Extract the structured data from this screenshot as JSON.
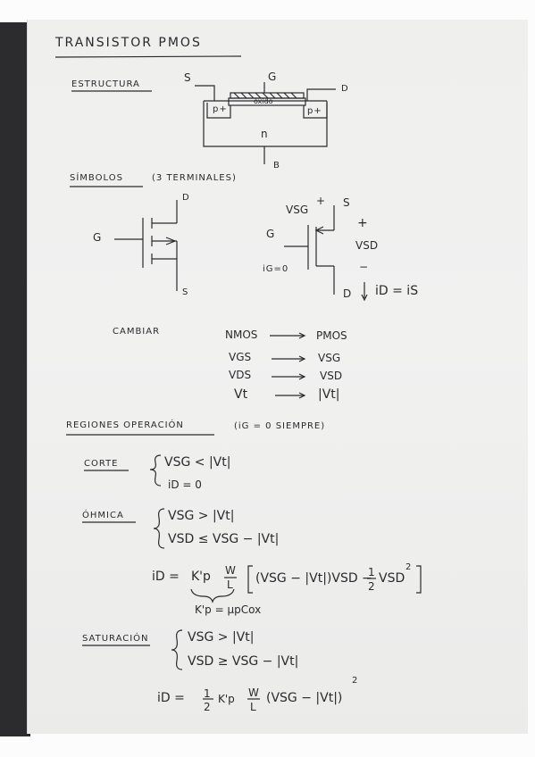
{
  "title": "TRANSISTOR PMOS",
  "estructura": {
    "heading": "ESTRUCTURA",
    "terminal_s": "S",
    "terminal_g": "G",
    "terminal_d": "D",
    "terminal_b": "B",
    "region_left": "p+",
    "region_right": "p+",
    "oxide": "óxido",
    "substrate": "n"
  },
  "simbolos": {
    "heading": "SÍMBOLOS",
    "note": "(3 TERMINALES)",
    "left_d": "D",
    "left_g": "G",
    "left_s": "S",
    "right_vsg": "VSG",
    "right_plus": "+",
    "right_s": "S",
    "right_g": "G",
    "right_ig": "iG=0",
    "right_plus2": "+",
    "right_vsd": "VSD",
    "right_minus": "−",
    "right_d": "D",
    "right_id": "iD = iS"
  },
  "cambiar": {
    "label": "CAMBIAR",
    "rows": [
      {
        "from": "NMOS",
        "to": "PMOS"
      },
      {
        "from": "VGS",
        "to": "VSG"
      },
      {
        "from": "VDS",
        "to": "VSD"
      },
      {
        "from": "Vt",
        "to": "|Vt|"
      }
    ]
  },
  "regiones": {
    "heading": "REGIONES OPERACIÓN",
    "note": "(iG = 0 SIEMPRE)"
  },
  "corte": {
    "label": "CORTE",
    "cond1": "VSG < |Vt|",
    "cond2": "iD = 0"
  },
  "ohmica": {
    "label": "ÓHMICA",
    "cond1": "VSG > |Vt|",
    "cond2": "VSD ≤ VSG − |Vt|",
    "lhs": "iD =",
    "kp": "K'p",
    "w": "W",
    "l": "L",
    "bracket": "(VSG − |Vt|)VSD −",
    "half_num": "1",
    "half_den": "2",
    "vsd_sq": "VSD",
    "exp": "2",
    "kp_def": "K'p = μpCox"
  },
  "saturacion": {
    "label": "SATURACIÓN",
    "cond1": "VSG > |Vt|",
    "cond2": "VSD ≥ VSG − |Vt|",
    "lhs": "iD =",
    "half_num": "1",
    "half_den": "2",
    "kp": "K'p",
    "w": "W",
    "l": "L",
    "paren": "(VSG − |Vt|)",
    "exp": "2"
  }
}
